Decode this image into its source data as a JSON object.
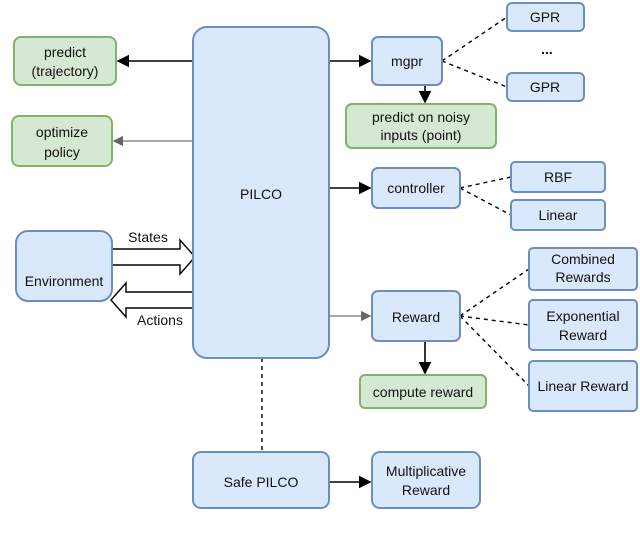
{
  "colors": {
    "blue_fill": "#dae8fc",
    "blue_stroke": "#6c8ebf",
    "green_fill": "#d5e8d4",
    "green_stroke": "#82b366"
  },
  "nodes": {
    "pilco": "PILCO",
    "predict": [
      "predict",
      "(trajectory)"
    ],
    "optimize": [
      "optimize",
      "policy"
    ],
    "environment": "Environment",
    "states": "States",
    "actions": "Actions",
    "mgpr": "mgpr",
    "gpr1": "GPR",
    "ellipsis": "...",
    "gpr2": "GPR",
    "noisy": [
      "predict on noisy",
      "inputs (point)"
    ],
    "controller": "controller",
    "rbf": "RBF",
    "linear": "Linear",
    "reward": "Reward",
    "combined": [
      "Combined",
      "Rewards"
    ],
    "exponential": [
      "Exponential",
      "Reward"
    ],
    "linear_reward": "Linear Reward",
    "compute": "compute reward",
    "safe": "Safe PILCO",
    "multiplicative": [
      "Multiplicative",
      "Reward"
    ]
  }
}
